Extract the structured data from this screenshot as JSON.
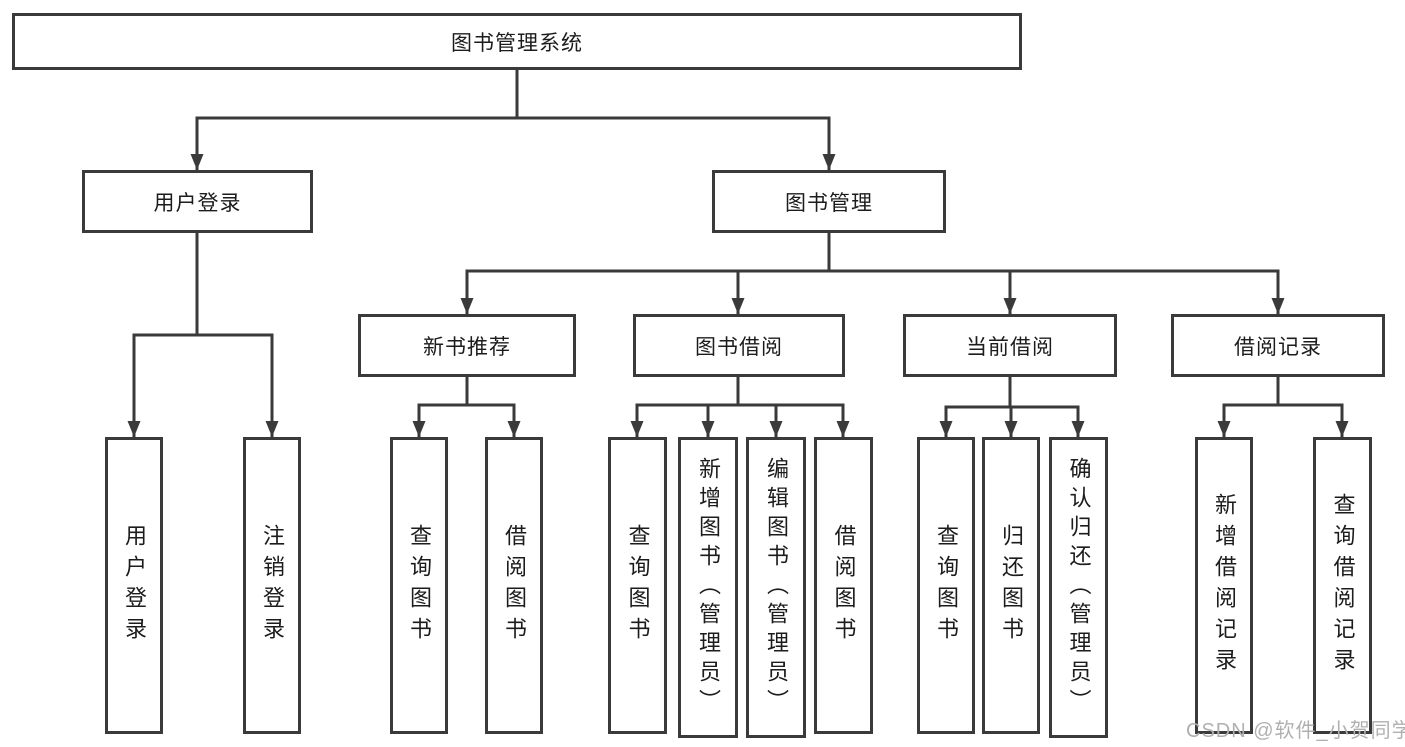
{
  "tree": {
    "root": {
      "label": "图书管理系统"
    },
    "branches": [
      {
        "label": "用户登录",
        "children": [
          {
            "label": "用户登录"
          },
          {
            "label": "注销登录"
          }
        ]
      },
      {
        "label": "图书管理",
        "children": [
          {
            "label": "新书推荐",
            "children": [
              {
                "label": "查询图书"
              },
              {
                "label": "借阅图书"
              }
            ]
          },
          {
            "label": "图书借阅",
            "children": [
              {
                "label": "查询图书"
              },
              {
                "label": "新增图书（管理员）"
              },
              {
                "label": "编辑图书（管理员）"
              },
              {
                "label": "借阅图书"
              }
            ]
          },
          {
            "label": "当前借阅",
            "children": [
              {
                "label": "查询图书"
              },
              {
                "label": "归还图书"
              },
              {
                "label": "确认归还（管理员）"
              }
            ]
          },
          {
            "label": "借阅记录",
            "children": [
              {
                "label": "新增借阅记录"
              },
              {
                "label": "查询借阅记录"
              }
            ]
          }
        ]
      }
    ]
  },
  "watermark": {
    "text": "CSDN @软件_小贺同学"
  },
  "colors": {
    "line": "#3a3a3a",
    "text": "#1c1c1c",
    "background": "#ffffff",
    "watermark": "#b0b0b0"
  }
}
